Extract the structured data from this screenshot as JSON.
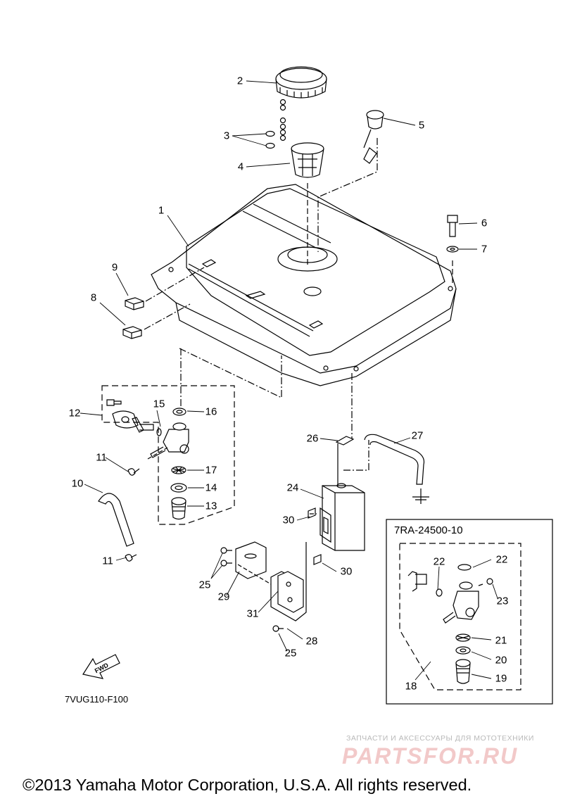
{
  "callouts": [
    "1",
    "2",
    "3",
    "4",
    "5",
    "6",
    "7",
    "8",
    "9",
    "10",
    "11",
    "11",
    "12",
    "13",
    "14",
    "15",
    "16",
    "17",
    "24",
    "25",
    "25",
    "26",
    "27",
    "28",
    "29",
    "30",
    "30",
    "31",
    "22",
    "22",
    "23",
    "21",
    "20",
    "19",
    "18"
  ],
  "subassembly_code": "7RA-24500-10",
  "diagram_code": "7VUG110-F100",
  "fwd_label": "FWD",
  "watermark": {
    "text_ru": "ЗАПЧАСТИ И АКСЕССУАРЫ ДЛЯ МОТОТЕХНИКИ",
    "logo": "PARTSFOR.RU"
  },
  "copyright": "©2013 Yamaha Motor Corporation, U.S.A. All rights reserved."
}
